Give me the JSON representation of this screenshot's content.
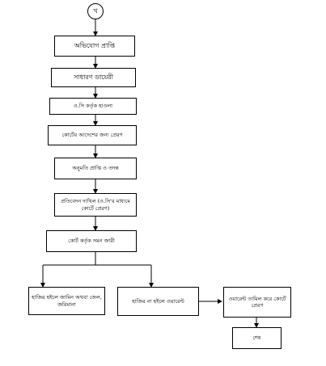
{
  "diagram": {
    "start_node": "খ",
    "nodes": [
      {
        "id": "n1",
        "label": "অভিযোগ প্রাপ্তি"
      },
      {
        "id": "n2",
        "label": "সাধারণ ডায়েরী"
      },
      {
        "id": "n3",
        "label": "ও.সি কর্তৃক হাওলা"
      },
      {
        "id": "n4",
        "label": "কোর্টের আদেশের জন্য প্রেরণ"
      },
      {
        "id": "n5",
        "label": "অনুমতি প্রাপ্তি ও তদন্ত"
      },
      {
        "id": "n6",
        "label": "প্রতিবেদন দাখিল (ও.সি'র মাধ্যমে কোর্টে প্রেরণ)"
      },
      {
        "id": "n7",
        "label": "কোর্ট কর্তৃক সমন জারী"
      },
      {
        "id": "n8",
        "label": "হাজির হইলে জামিন অথবা জেল, জরিমানা"
      },
      {
        "id": "n9",
        "label": "হাজির না হইলে ওয়ারেন্ট"
      },
      {
        "id": "n10",
        "label": "ওয়ারেন্ট তামিল করে কোর্টে প্রেরণ"
      },
      {
        "id": "n11",
        "label": "শেষ"
      }
    ]
  }
}
